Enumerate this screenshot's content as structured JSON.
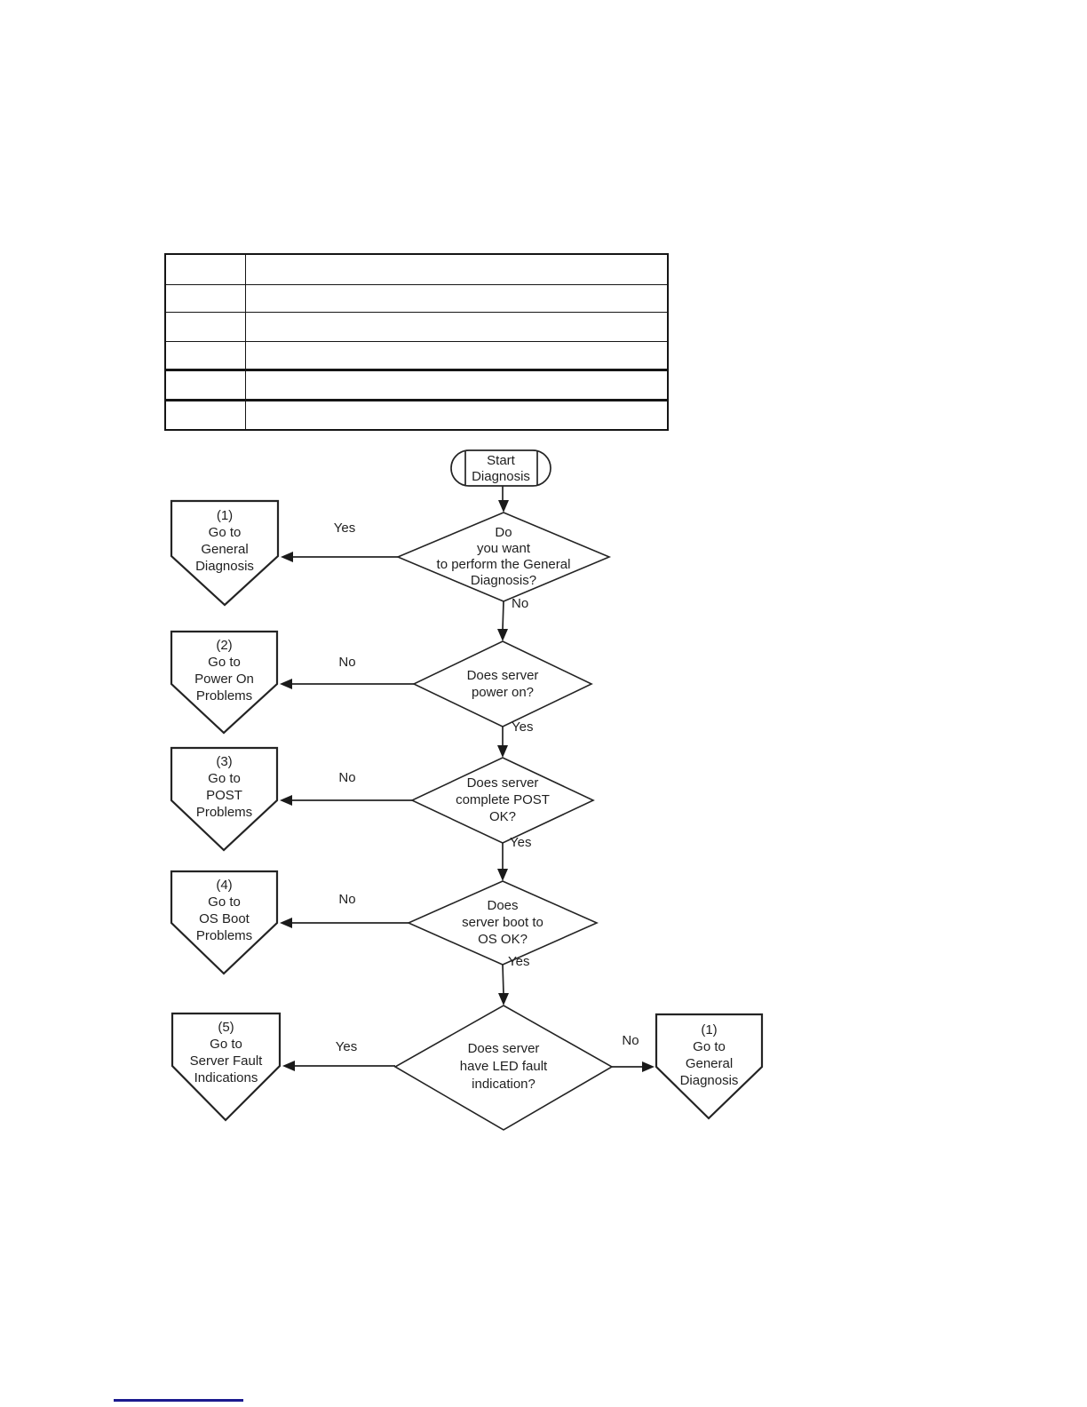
{
  "page": {
    "background": "#ffffff",
    "ink": "#1f1f1f",
    "rule_color": "#1b1b8f"
  },
  "reference_table": {
    "row_count": 6,
    "column_count": 2,
    "rows": [
      {
        "c1": "",
        "c2": ""
      },
      {
        "c1": "",
        "c2": ""
      },
      {
        "c1": "",
        "c2": ""
      },
      {
        "c1": "",
        "c2": ""
      },
      {
        "c1": "",
        "c2": ""
      },
      {
        "c1": "",
        "c2": ""
      }
    ]
  },
  "flowchart": {
    "start": {
      "line1": "Start",
      "line2": "Diagnosis"
    },
    "decisions": {
      "d1": {
        "line1": "Do",
        "line2": "you want",
        "line3": "to perform the General",
        "line4": "Diagnosis?"
      },
      "d2": {
        "line1": "Does server",
        "line2": "power on?"
      },
      "d3": {
        "line1": "Does server",
        "line2": "complete POST",
        "line3": "OK?"
      },
      "d4": {
        "line1": "Does",
        "line2": "server boot to",
        "line3": "OS OK?"
      },
      "d5": {
        "line1": "Does server",
        "line2": "have LED fault",
        "line3": "indication?"
      }
    },
    "offpage": {
      "p1": {
        "line1": "(1)",
        "line2": "Go to",
        "line3": "General",
        "line4": "Diagnosis"
      },
      "p2": {
        "line1": "(2)",
        "line2": "Go to",
        "line3": "Power On",
        "line4": "Problems"
      },
      "p3": {
        "line1": "(3)",
        "line2": "Go to",
        "line3": "POST",
        "line4": "Problems"
      },
      "p4": {
        "line1": "(4)",
        "line2": "Go to",
        "line3": "OS Boot",
        "line4": "Problems"
      },
      "p5": {
        "line1": "(5)",
        "line2": "Go to",
        "line3": "Server Fault",
        "line4": "Indications"
      },
      "p6": {
        "line1": "(1)",
        "line2": "Go to",
        "line3": "General",
        "line4": "Diagnosis"
      }
    },
    "labels": {
      "d1_yes": "Yes",
      "d1_no": "No",
      "d2_no": "No",
      "d2_yes": "Yes",
      "d3_no": "No",
      "d3_yes": "Yes",
      "d4_no": "No",
      "d4_yes": "Yes",
      "d5_yes": "Yes",
      "d5_no": "No"
    }
  }
}
